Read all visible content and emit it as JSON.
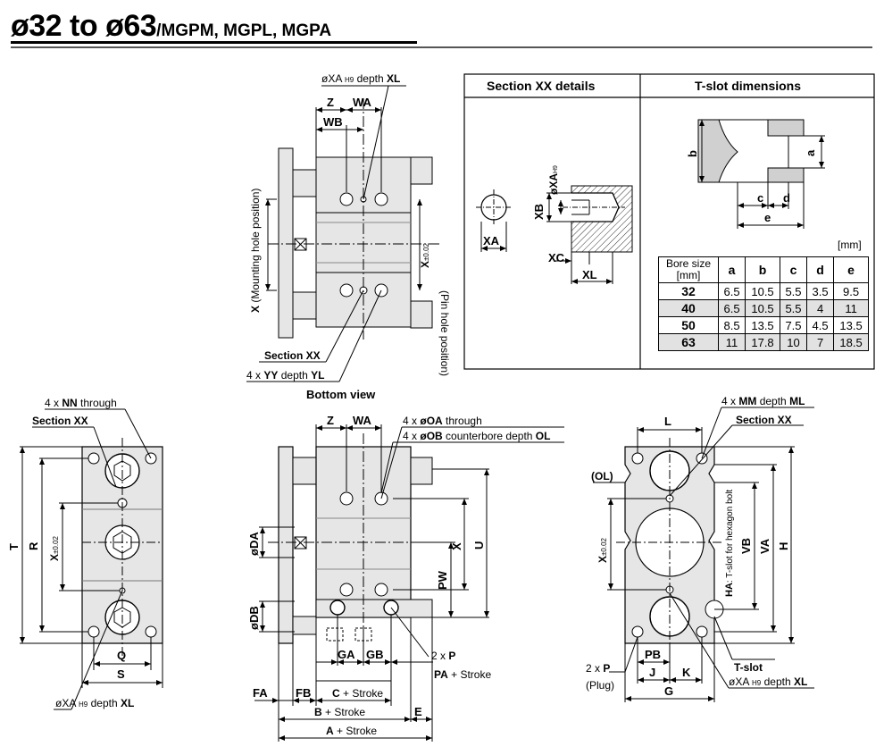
{
  "header": {
    "title_main": "ø32 to ø63",
    "title_models": "/MGPM, MGPL, MGPA"
  },
  "bottom_view": {
    "caption": "Bottom view",
    "xa_label": "øXA",
    "xa_tol": "H9",
    "xa_depth_text": "depth",
    "xa_depth_dim": "XL",
    "dim_z": "Z",
    "dim_wa": "WA",
    "dim_wb": "WB",
    "x_mounting_dim": "X",
    "x_mounting_text": "(Mounting hole position)",
    "x_pin_dim": "X",
    "x_pin_tol": "±0.02",
    "x_pin_text": "(Pin hole position)",
    "section_xx": "Section XX",
    "yy_prefix": "4 x",
    "yy_dim": "YY",
    "yy_depth_text": "depth",
    "yy_depth_dim": "YL"
  },
  "section_table": {
    "col1_header": "Section XX details",
    "col2_header": "T-slot dimensions",
    "xa": "XA",
    "xb": "XB",
    "xc": "XC",
    "xl": "XL",
    "xa_h9_label": "øXA",
    "xa_h9_tol": "H9",
    "tslot_a": "a",
    "tslot_b": "b",
    "tslot_c": "c",
    "tslot_d": "d",
    "tslot_e": "e",
    "unit": "[mm]",
    "headers": [
      "Bore size [mm]",
      "a",
      "b",
      "c",
      "d",
      "e"
    ],
    "rows": [
      [
        "32",
        "6.5",
        "10.5",
        "5.5",
        "3.5",
        "9.5"
      ],
      [
        "40",
        "6.5",
        "10.5",
        "5.5",
        "4",
        "11"
      ],
      [
        "50",
        "8.5",
        "13.5",
        "7.5",
        "4.5",
        "13.5"
      ],
      [
        "63",
        "11",
        "17.8",
        "10",
        "7",
        "18.5"
      ]
    ]
  },
  "left_view": {
    "nn_prefix": "4 x",
    "nn_dim": "NN",
    "nn_text": "through",
    "section_xx": "Section XX",
    "dim_t": "T",
    "dim_r": "R",
    "dim_x": "X",
    "x_tol": "±0.02",
    "dim_q": "Q",
    "dim_s": "S",
    "xa_label": "øXA",
    "xa_tol": "H9",
    "xa_depth_text": "depth",
    "xa_depth_dim": "XL"
  },
  "center_view": {
    "dim_z": "Z",
    "dim_wa": "WA",
    "oa_prefix": "4 x",
    "oa_dim": "øOA",
    "oa_text": "through",
    "ob_prefix": "4 x",
    "ob_dim": "øOB",
    "ob_text": "counterbore depth",
    "ob_depth_dim": "OL",
    "dim_da": "øDA",
    "dim_db": "øDB",
    "dim_x": "X",
    "dim_u": "U",
    "dim_pw": "PW",
    "dim_ga": "GA",
    "dim_gb": "GB",
    "p_prefix": "2 x",
    "p_dim": "P",
    "pa_dim": "PA",
    "stroke_text": "+ Stroke",
    "dim_fa": "FA",
    "dim_fb": "FB",
    "dim_c": "C",
    "dim_b": "B",
    "dim_e": "E",
    "dim_a": "A"
  },
  "right_view": {
    "mm_prefix": "4 x",
    "mm_dim": "MM",
    "mm_depth_text": "depth",
    "mm_depth_dim": "ML",
    "section_xx": "Section XX",
    "dim_l": "L",
    "ol_label": "(OL)",
    "dim_x": "X",
    "x_tol": "±0.02",
    "dim_vb": "VB",
    "dim_va": "VA",
    "dim_h": "H",
    "ha_label": "HA",
    "ha_text": ": T-slot for hexagon bolt",
    "t_slot": "T-slot",
    "p_prefix": "2 x",
    "p_dim": "P",
    "plug_text": "(Plug)",
    "dim_pb": "PB",
    "dim_j": "J",
    "dim_k": "K",
    "dim_g": "G",
    "xa_label": "øXA",
    "xa_tol": "H9",
    "xa_depth_text": "depth",
    "xa_depth_dim": "XL"
  }
}
